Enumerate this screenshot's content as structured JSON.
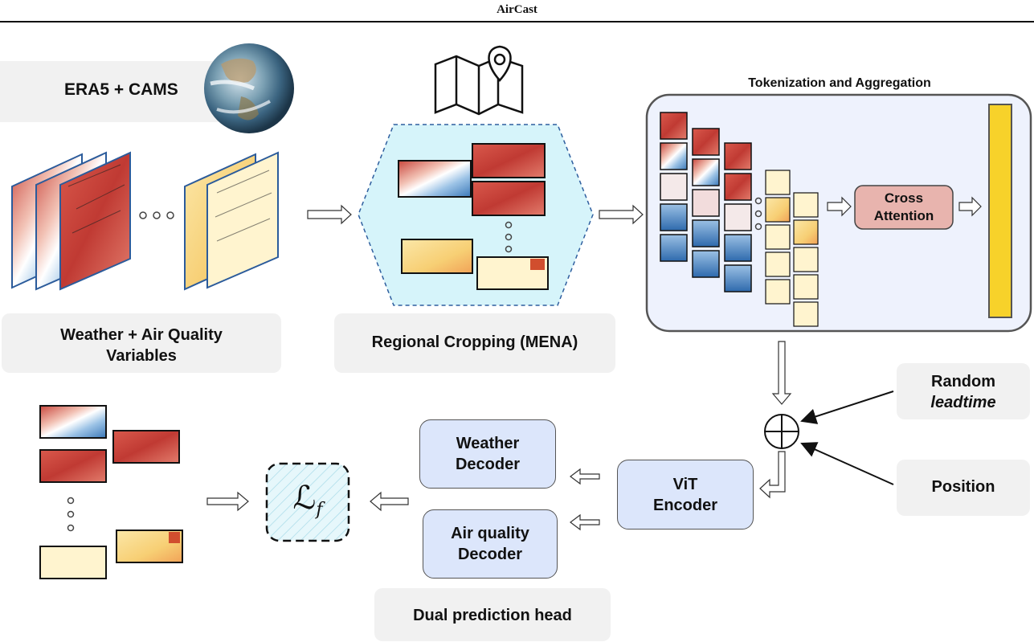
{
  "header": {
    "title": "AirCast"
  },
  "inputs": {
    "source_label": "ERA5 + CAMS",
    "variables_label_line1": "Weather + Air Quality",
    "variables_label_line2": "Variables"
  },
  "cropping": {
    "label": "Regional Cropping (MENA)"
  },
  "tokenization": {
    "title": "Tokenization and Aggregation",
    "cross_attention_line1": "Cross",
    "cross_attention_line2": "Attention"
  },
  "conditioning": {
    "random_line1": "Random",
    "random_line2": "leadtime",
    "position_label": "Position"
  },
  "encoder": {
    "line1": "ViT",
    "line2": "Encoder"
  },
  "decoders": {
    "weather_line1": "Weather",
    "weather_line2": "Decoder",
    "air_line1": "Air quality",
    "air_line2": "Decoder",
    "head_label": "Dual prediction head"
  },
  "loss": {
    "symbol": "ℒ",
    "subscript": "f"
  },
  "colors": {
    "box_blue": "#dce6fb",
    "cross_attention": "#e8b4ae",
    "aggregate_bar": "#f7d22a",
    "hexagon_fill": "#d6f4fa",
    "panel_fill": "#eef2fd"
  }
}
